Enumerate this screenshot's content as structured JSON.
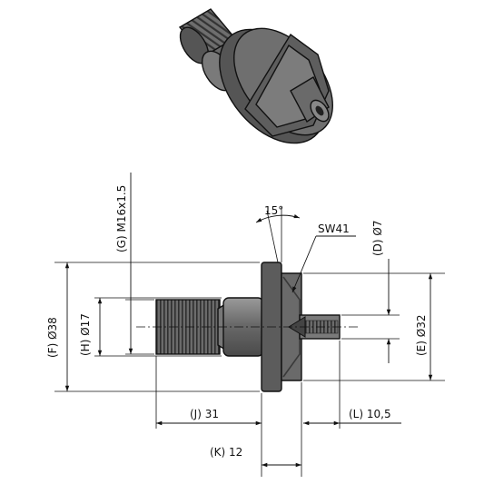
{
  "labels": {
    "angle": "15°",
    "wrench": "SW41",
    "F": "(F) Ø38",
    "H": "(H) Ø17",
    "G": "(G) M16x1.5",
    "D": "(D) Ø7",
    "E": "(E) Ø32",
    "J": "(J) 31",
    "K": "(K) 12",
    "L": "(L) 10,5"
  },
  "colors": {
    "body_dark": "#5a5a5a",
    "body_mid": "#7a7a7a",
    "body_light": "#9a9a9a",
    "thread": "#3a3a3a",
    "ink": "#111111"
  }
}
